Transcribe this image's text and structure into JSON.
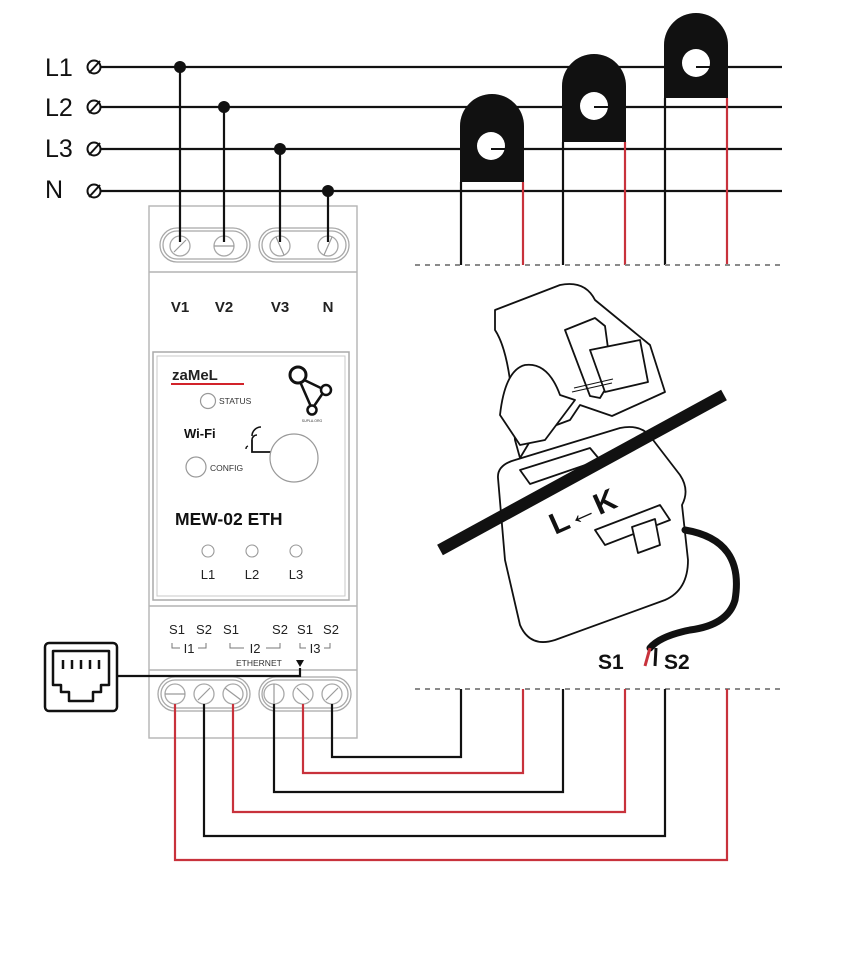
{
  "bus_lines": [
    {
      "label": "L1"
    },
    {
      "label": "L2"
    },
    {
      "label": "L3"
    },
    {
      "label": "N"
    }
  ],
  "device": {
    "brand": "zaMeL",
    "model": "MEW-02 ETH",
    "status_label": "STATUS",
    "config_label": "CONFIG",
    "wifi_label": "Wi-Fi",
    "supla_label": "SUPLA.ORG",
    "voltage_terminals": [
      "V1",
      "V2",
      "V3",
      "N"
    ],
    "led_labels": [
      "L1",
      "L2",
      "L3"
    ],
    "current_terminals": [
      "S1",
      "S2",
      "S1",
      "S2",
      "S1",
      "S2"
    ],
    "current_groups": [
      "I1",
      "I2",
      "I3"
    ],
    "ethernet_label": "ETHERNET"
  },
  "ct_clamp": {
    "direction_label": "L←K",
    "lead_labels": [
      "S1",
      "S2"
    ]
  },
  "colors": {
    "wire_black": "#111111",
    "wire_red": "#c8323c",
    "brand_red": "#d2232a"
  },
  "icons": {
    "ethernet": "rj45-port-icon",
    "wifi": "wifi-antenna-icon",
    "supla": "supla-logo-icon"
  }
}
